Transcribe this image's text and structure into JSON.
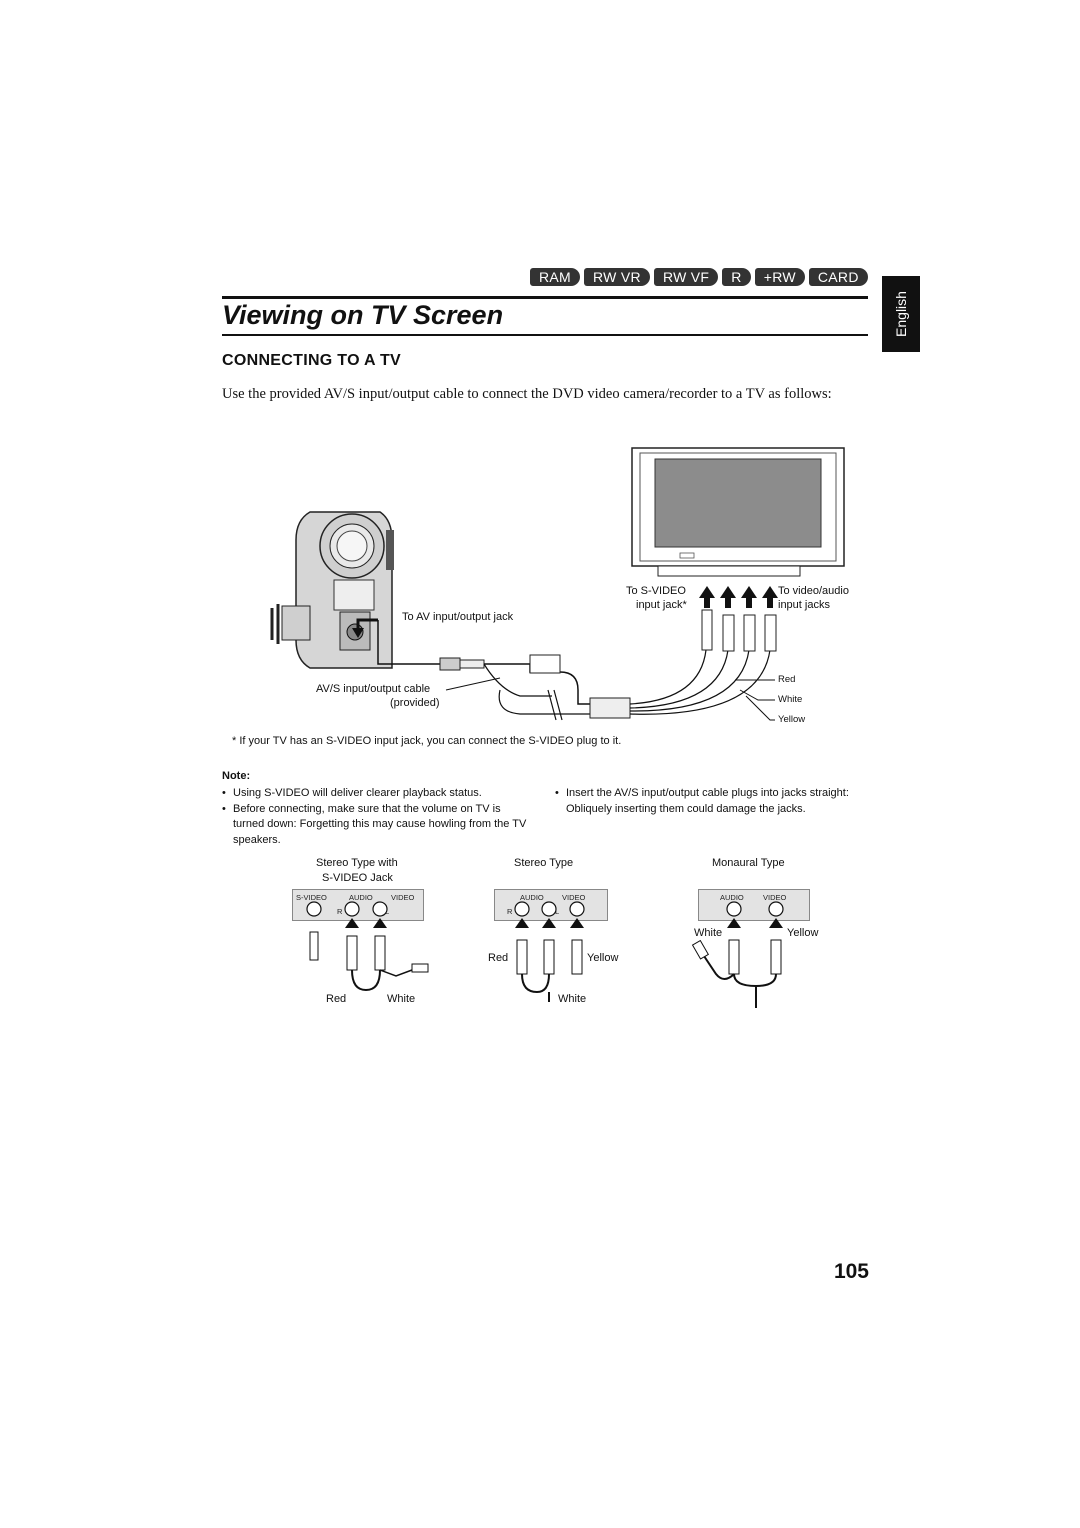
{
  "header": {
    "tabs": [
      "RAM",
      "RW VR",
      "RW VF",
      "R",
      "+RW",
      "CARD"
    ],
    "title": "Viewing on TV Screen",
    "language_tab": "English"
  },
  "section": {
    "heading": "CONNECTING TO A TV",
    "intro": "Use the provided AV/S input/output cable to connect the DVD video camera/recorder to a TV as follows:"
  },
  "diagram": {
    "to_svideo": "To S-VIDEO",
    "input_jack": "input jack*",
    "to_video_audio": "To video/audio",
    "input_jacks": "input jacks",
    "to_av": "To AV input/output jack",
    "cable": "AV/S input/output cable",
    "provided": "(provided)",
    "red": "Red",
    "white": "White",
    "yellow": "Yellow"
  },
  "footnote": "* If your TV has an S-VIDEO input jack, you can connect the S-VIDEO plug to it.",
  "note": {
    "heading": "Note:",
    "left": [
      "Using S-VIDEO will deliver clearer playback status.",
      "Before connecting, make sure that the volume on TV is turned down: Forgetting this may cause howling from the TV speakers."
    ],
    "right": [
      "Insert the AV/S input/output cable plugs into jacks straight: Obliquely inserting them could damage the jacks."
    ]
  },
  "types": {
    "stereo_svideo_1": "Stereo Type with",
    "stereo_svideo_2": "S-VIDEO Jack",
    "stereo": "Stereo Type",
    "mono": "Monaural Type",
    "svideo": "S-VIDEO",
    "audio": "AUDIO",
    "video": "VIDEO",
    "r": "R",
    "l": "L",
    "red": "Red",
    "white": "White",
    "yellow": "Yellow"
  },
  "page_number": "105",
  "colors": {
    "ink": "#111111",
    "tab_bg": "#333333",
    "panel": "#e3e3e3"
  }
}
